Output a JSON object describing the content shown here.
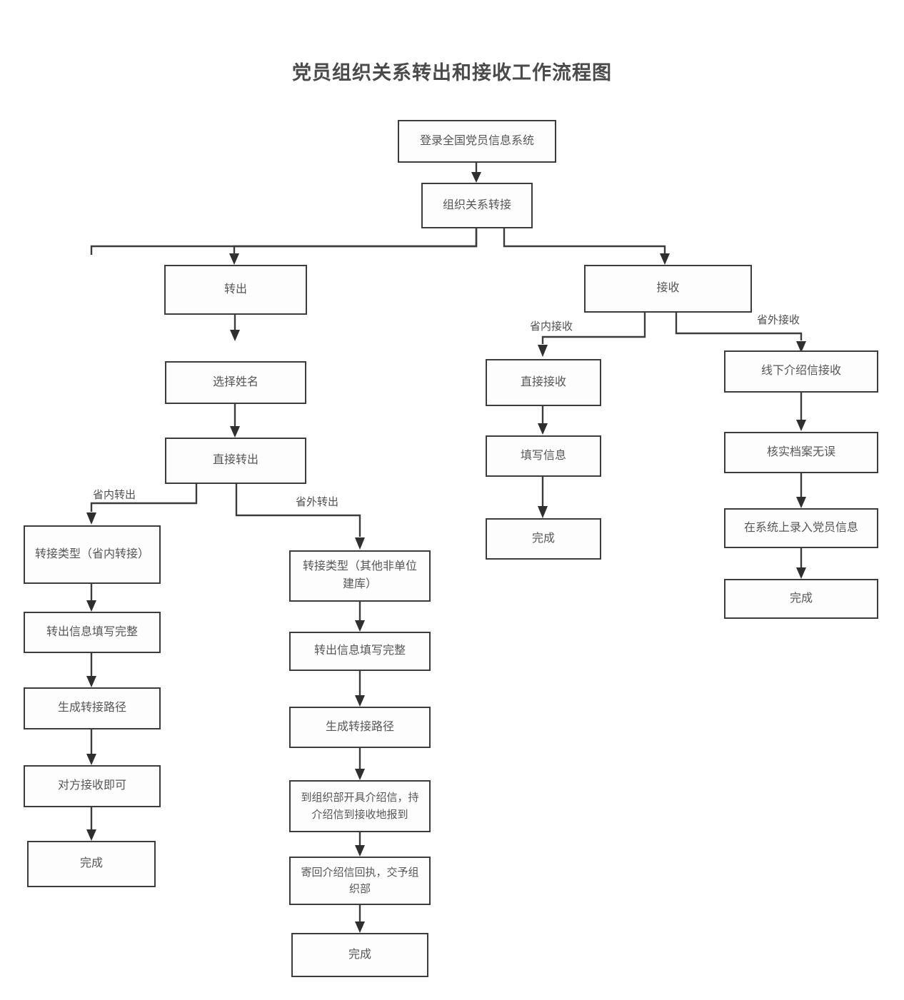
{
  "title": "党员组织关系转出和接收工作流程图",
  "colors": {
    "border": "#3c3c3c",
    "text": "#565656",
    "title": "#4a4a4a",
    "background": "#ffffff",
    "arrow": "#2f2f2f"
  },
  "nodes": {
    "login": "登录全国党员信息系统",
    "transfer_relation": "组织关系转接",
    "transfer_out": "转出",
    "receive": "接收",
    "select_name": "选择姓名",
    "direct_transfer_out": "直接转出",
    "direct_receive": "直接接收",
    "offline_letter_receive": "线下介绍信接收",
    "type_in_province": "转接类型（省内转接）",
    "type_out_province": "转接类型（其他非单位建库）",
    "fill_info": "填写信息",
    "verify_archive": "核实档案无误",
    "out_info_complete_left": "转出信息填写完整",
    "out_info_complete_mid": "转出信息填写完整",
    "receive_done_mid": "完成",
    "enter_member_info": "在系统上录入党员信息",
    "generate_path_left": "生成转接路径",
    "generate_path_mid": "生成转接路径",
    "receive_done_right": "完成",
    "other_side_receive": "对方接收即可",
    "get_letter": "到组织部开具介绍信，持介绍信到接收地报到",
    "done_left": "完成",
    "return_receipt": "寄回介绍信回执，交予组织部",
    "done_mid": "完成"
  },
  "edge_labels": {
    "in_province_out": "省内转出",
    "out_province_out": "省外转出",
    "in_province_receive": "省内接收",
    "out_province_receive": "省外接收"
  },
  "chart_data": {
    "type": "flowchart",
    "title": "党员组织关系转出和接收工作流程图",
    "branches": [
      {
        "name": "转出 - 省内转出",
        "steps": [
          "登录全国党员信息系统",
          "组织关系转接",
          "转出",
          "选择姓名",
          "直接转出",
          "转接类型（省内转接）",
          "转出信息填写完整",
          "生成转接路径",
          "对方接收即可",
          "完成"
        ]
      },
      {
        "name": "转出 - 省外转出",
        "steps": [
          "登录全国党员信息系统",
          "组织关系转接",
          "转出",
          "选择姓名",
          "直接转出",
          "转接类型（其他非单位建库）",
          "转出信息填写完整",
          "生成转接路径",
          "到组织部开具介绍信，持介绍信到接收地报到",
          "寄回介绍信回执，交予组织部",
          "完成"
        ]
      },
      {
        "name": "接收 - 省内接收",
        "steps": [
          "登录全国党员信息系统",
          "组织关系转接",
          "接收",
          "直接接收",
          "填写信息",
          "完成"
        ]
      },
      {
        "name": "接收 - 省外接收",
        "steps": [
          "登录全国党员信息系统",
          "组织关系转接",
          "接收",
          "线下介绍信接收",
          "核实档案无误",
          "在系统上录入党员信息",
          "完成"
        ]
      }
    ]
  }
}
